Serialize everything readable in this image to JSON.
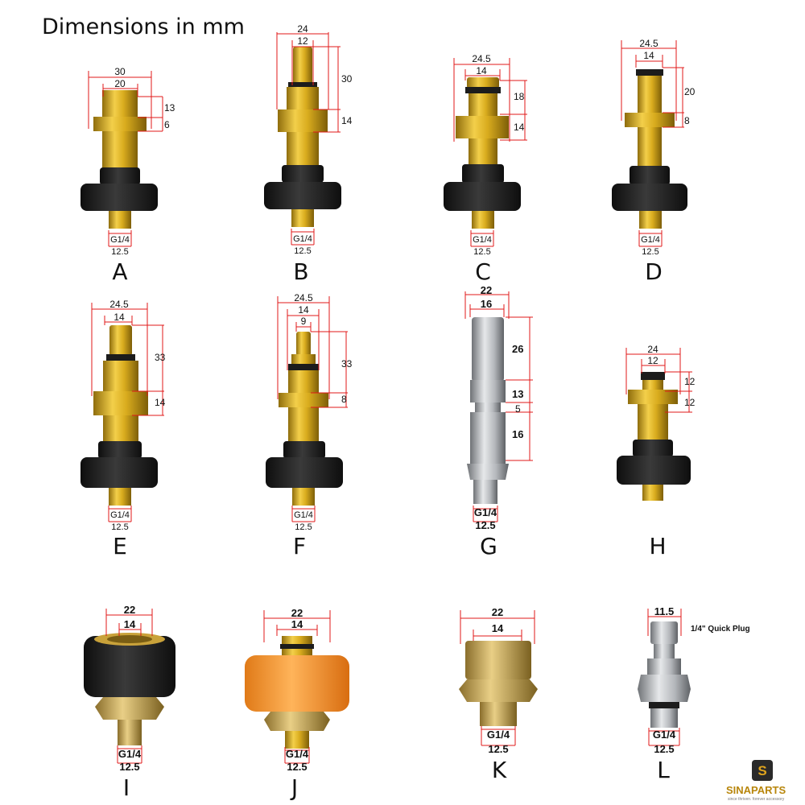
{
  "title": "Dimensions in mm",
  "colors": {
    "brass": "#d4a91c",
    "brass_dark": "#9c7a10",
    "rubber": "#1c1c1c",
    "orange": "#f79a3a",
    "steel": "#b9bcc0",
    "dimension_line": "#e01818"
  },
  "thread_label": "G1/4",
  "thread_width": "12.5",
  "adapters": {
    "A": {
      "letter": "A",
      "outer": "30",
      "inner": "20",
      "h1": "13",
      "h2": "6"
    },
    "B": {
      "letter": "B",
      "outer": "24",
      "inner": "12",
      "h1": "30",
      "h2": "14"
    },
    "C": {
      "letter": "C",
      "outer": "24.5",
      "inner": "14",
      "h1": "18",
      "h2": "14"
    },
    "D": {
      "letter": "D",
      "outer": "24.5",
      "inner": "14",
      "h1": "20",
      "h2": "8"
    },
    "E": {
      "letter": "E",
      "outer": "24.5",
      "inner": "14",
      "h1": "33",
      "h2": "14"
    },
    "F": {
      "letter": "F",
      "outer": "24.5",
      "inner": "14",
      "inner2": "9",
      "h1": "33",
      "h2": "8"
    },
    "G": {
      "letter": "G",
      "outer": "22",
      "inner": "16",
      "h1": "26",
      "h2": "13",
      "h3": "5",
      "h4": "16"
    },
    "H": {
      "letter": "H",
      "outer": "24",
      "inner": "12",
      "h1": "12",
      "h2": "12"
    },
    "I": {
      "letter": "I",
      "outer": "22",
      "inner": "14"
    },
    "J": {
      "letter": "J",
      "outer": "22",
      "inner": "14"
    },
    "K": {
      "letter": "K",
      "outer": "22",
      "inner": "14"
    },
    "L": {
      "letter": "L",
      "outer": "11.5",
      "note": "1/4\" Quick Plug"
    }
  },
  "brand": {
    "name": "SINAPARTS",
    "tagline": "since thriven. forever accessory",
    "logo_letter": "S"
  }
}
